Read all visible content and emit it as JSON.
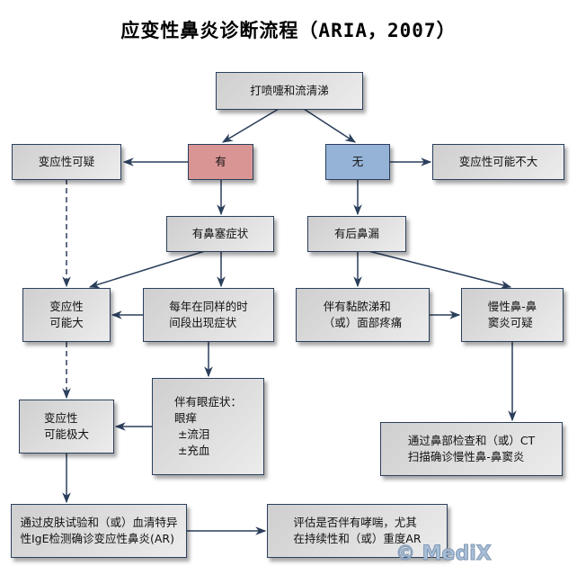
{
  "title": "应变性鼻炎诊断流程（ARIA，2007）",
  "nodes": {
    "sneeze": "打喷嚏和流清涕",
    "yes": "有",
    "no": "无",
    "allergy_suspected": "变应性可疑",
    "allergy_unlikely": "变应性可能不大",
    "nasal_obstruction": "有鼻塞症状",
    "postnasal_drip": "有后鼻漏",
    "allergy_likely": "变应性\n可能大",
    "seasonal": "每年在同样的时\n间段出现症状",
    "purulent": "伴有黏脓涕和\n（或）面部疼痛",
    "crs_suspected": "慢性鼻-鼻\n窦炎可疑",
    "eye_symptoms": "伴有眼症状：\n眼痒\n ±流泪\n ±充血",
    "allergy_very_likely": "变应性\n可能极大",
    "crs_confirm": "通过鼻部检查和（或）CT\n扫描确诊慢性鼻-鼻窦炎",
    "ar_confirm": "通过皮肤试验和（或）血清特异\n性IgE检测确诊变应性鼻炎(AR)",
    "asthma_assess": "评估是否伴有哮喘，尤其\n在持续性和（或）重度AR"
  },
  "colors": {
    "yes_fill": "#d99594",
    "no_fill": "#95b3d7",
    "line": "#2b3f5c"
  },
  "watermark": "© MediX"
}
